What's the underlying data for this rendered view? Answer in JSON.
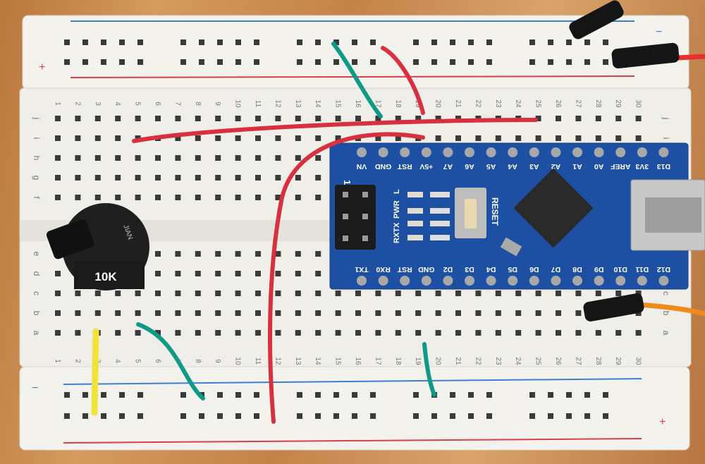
{
  "breadboard": {
    "column_numbers": [
      "1",
      "2",
      "3",
      "4",
      "5",
      "6",
      "7",
      "8",
      "9",
      "10",
      "11",
      "12",
      "13",
      "14",
      "15",
      "16",
      "17",
      "18",
      "19",
      "20",
      "21",
      "22",
      "23",
      "24",
      "25",
      "26",
      "27",
      "28",
      "29",
      "30"
    ],
    "row_letters_top": [
      "j",
      "i",
      "h",
      "g",
      "f"
    ],
    "row_letters_bottom": [
      "e",
      "d",
      "c",
      "b",
      "a"
    ],
    "rail_plus": "+",
    "rail_minus": "−"
  },
  "potentiometer": {
    "value_label": "10K",
    "brand": "JIAN"
  },
  "nano": {
    "top_pins": [
      "VN",
      "GND",
      "RST",
      "+5V",
      "A7",
      "A6",
      "A5",
      "A4",
      "A3",
      "A2",
      "A1",
      "A0",
      "AREF",
      "3V3",
      "D13"
    ],
    "bottom_pins": [
      "TX1",
      "RX0",
      "RST",
      "GND",
      "D2",
      "D3",
      "D4",
      "D5",
      "D6",
      "D7",
      "D8",
      "D9",
      "D10",
      "D11",
      "D12"
    ],
    "reset_label": "RESET",
    "led_labels": {
      "l": "L",
      "pwr": "PWR",
      "rxtx": "RXTX"
    },
    "header_pin1": "1"
  },
  "colors": {
    "wood": "#c98c52",
    "board": "#f1f0ea",
    "pcb": "#1d4fa3",
    "red_wire": "#d8303f",
    "green_wire": "#0f9a88",
    "yellow_wire": "#f0e43a",
    "orange_wire": "#f08a1c"
  }
}
